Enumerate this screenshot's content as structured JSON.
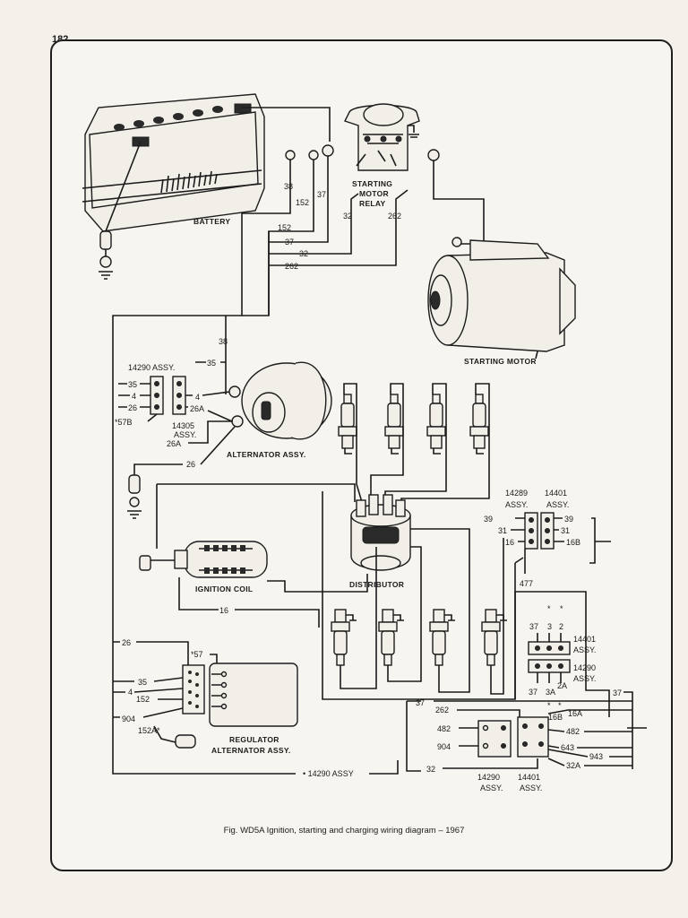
{
  "page_number": "182",
  "caption": "Fig. WD5A Ignition, starting and charging wiring diagram – 1967",
  "components": {
    "battery": "BATTERY",
    "relay_line1": "STARTING",
    "relay_line2": "MOTOR",
    "relay_line3": "RELAY",
    "starting_motor": "STARTING MOTOR",
    "alternator": "ALTERNATOR ASSY.",
    "ignition_coil": "IGNITION COIL",
    "distributor": "DISTRIBUTOR",
    "regulator_line1": "REGULATOR",
    "regulator_line2": "ALTERNATOR ASSY."
  },
  "connector_labels": {
    "assy_14290": "14290 ASSY.",
    "assy_14305_a": "14305",
    "assy_14305_b": "ASSY.",
    "assy_14289": "14289",
    "assy_14401": "14401",
    "assy_word": "ASSY.",
    "assy_14290_bottom": "• 14290 ASSY",
    "assy_14401_right": "14401",
    "assy_14290_right": "14290",
    "assy_14290_low": "14290",
    "assy_14401_low": "14401",
    "assy_low_word": "ASSY."
  },
  "wires": {
    "w38": "38",
    "w152": "152",
    "w37": "37",
    "w32": "32",
    "w262": "262",
    "w35": "35",
    "w4": "4",
    "w26": "26",
    "w57b": "*57B",
    "w26a": "26A",
    "w16": "16",
    "w57": "*57",
    "w904": "904",
    "w152a": "152A*",
    "w39": "39",
    "w31": "31",
    "w16b": "16B",
    "w477": "477",
    "w3": "3",
    "w2": "2",
    "w3a": "3A",
    "w2a": "2A",
    "w482": "482",
    "w16a": "16A",
    "w643": "643",
    "w943": "943",
    "w32a": "32A",
    "star": "*",
    "w4l": "4"
  }
}
